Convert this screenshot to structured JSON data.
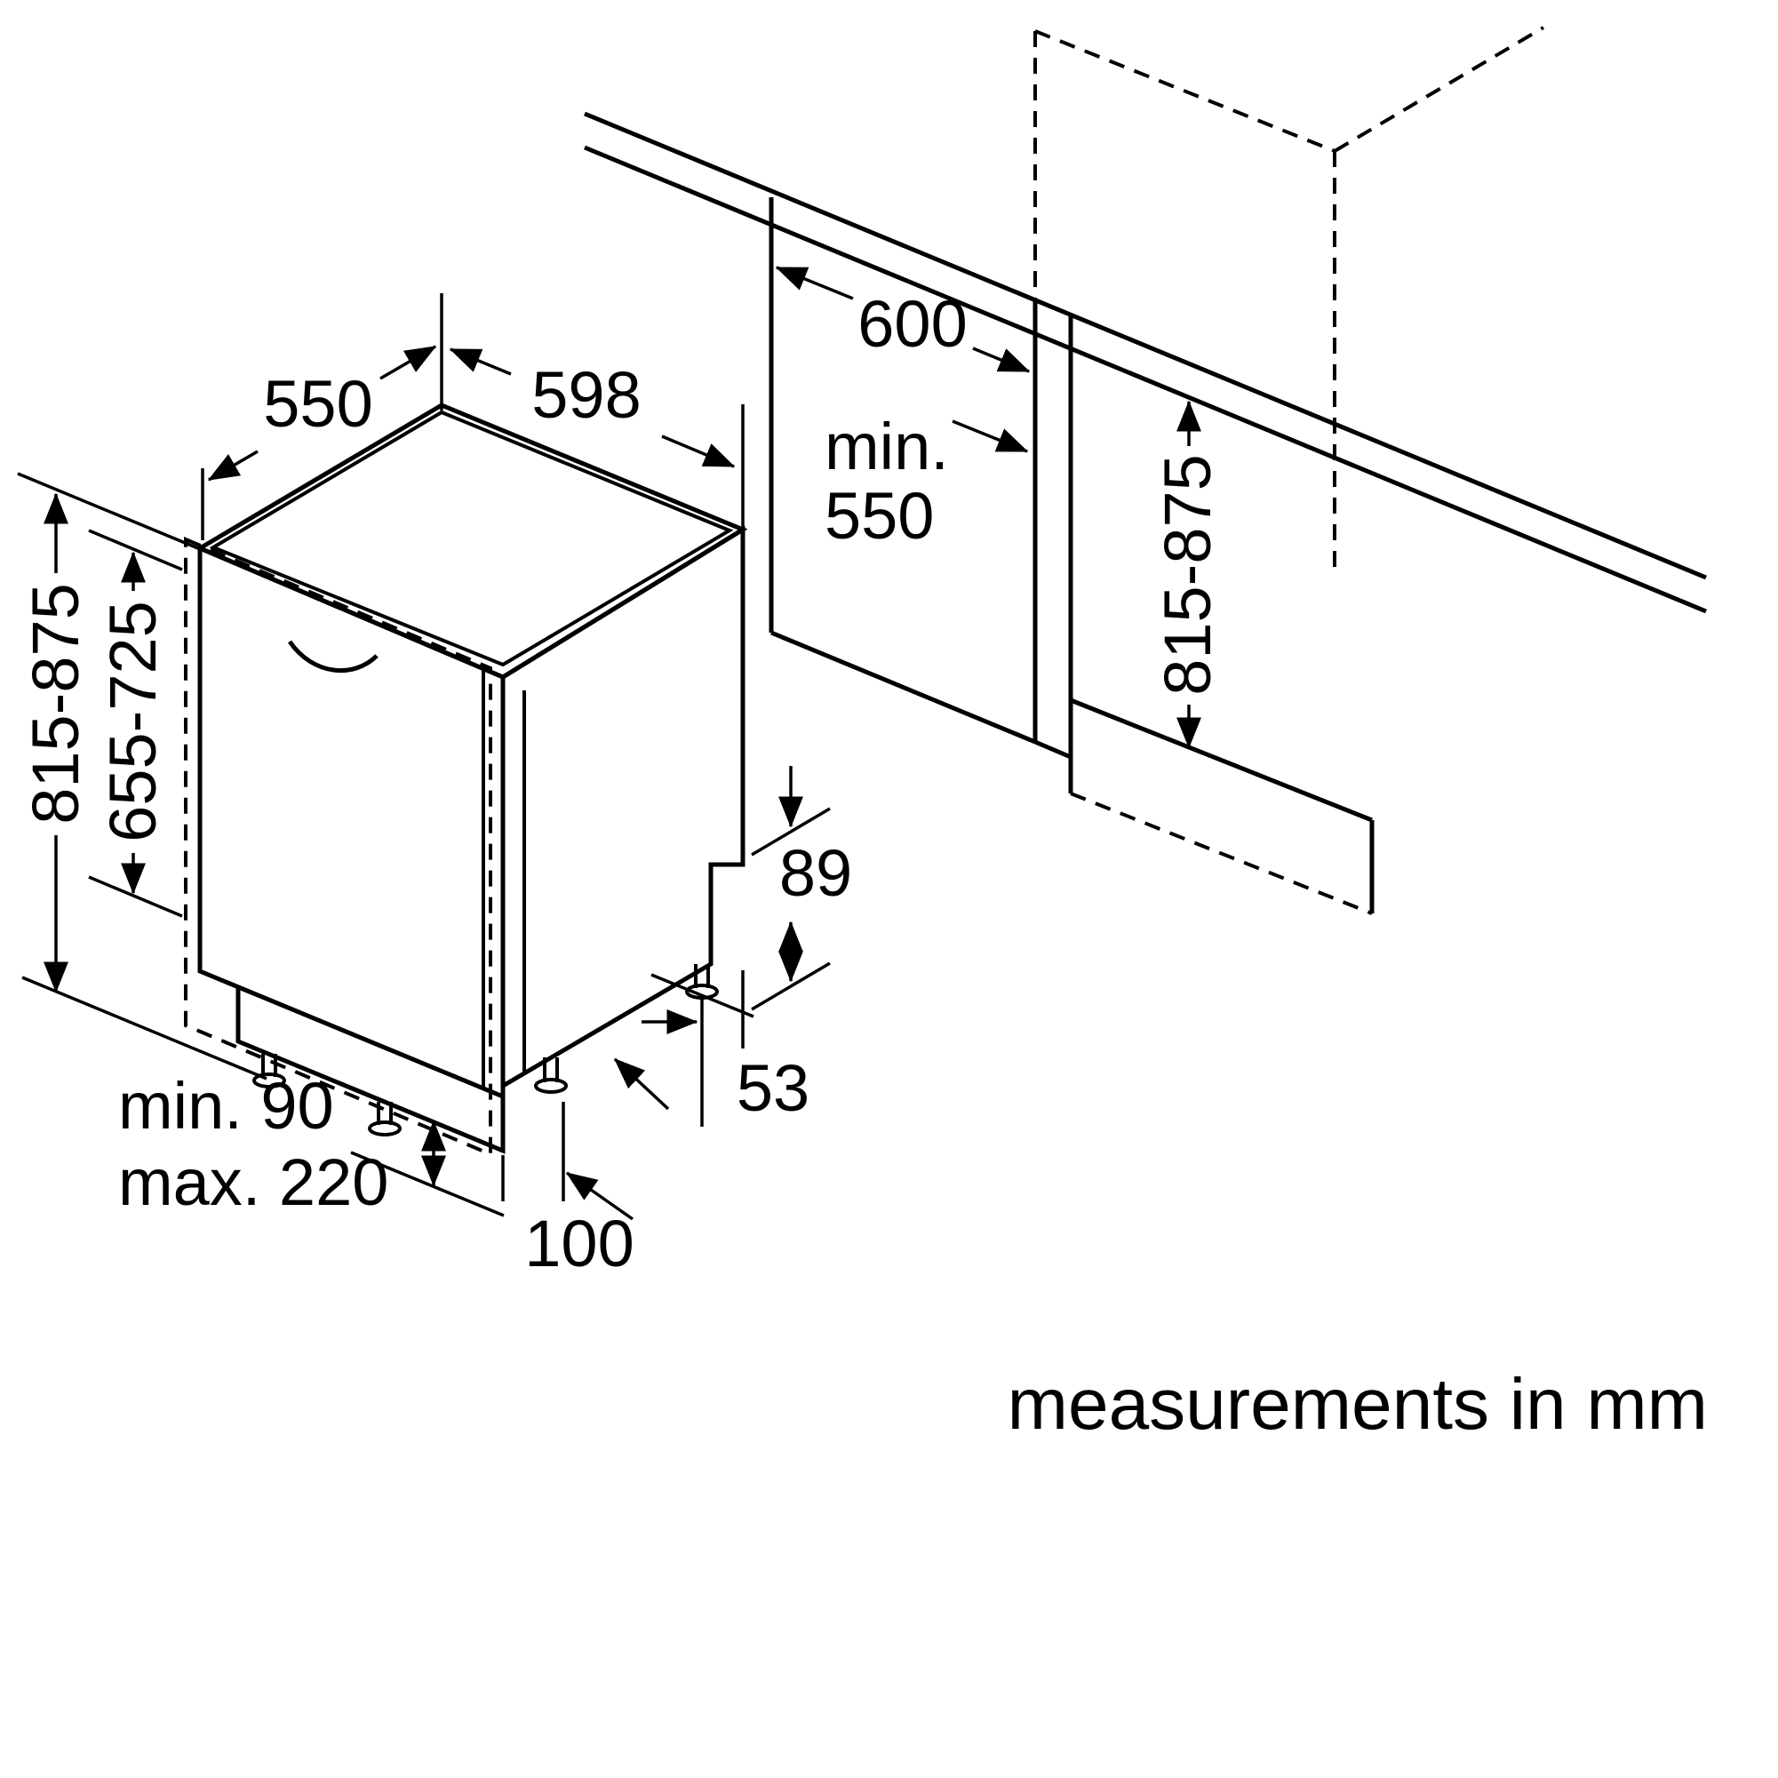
{
  "footer": {
    "note": "measurements in mm"
  },
  "labels": {
    "top_depth": "550",
    "top_width": "598",
    "total_height": "815-875",
    "door_height": "655-725",
    "plinth_min": "min. 90",
    "plinth_max": "max. 220",
    "front_foot_offset": "100",
    "rear_clearance": "89",
    "rear_foot_offset": "53",
    "worktop_depth": "600",
    "niche_depth_min_word": "min.",
    "niche_depth_min_value": "550",
    "niche_height": "815-875"
  },
  "colors": {
    "line": "#000000",
    "background": "#ffffff"
  }
}
